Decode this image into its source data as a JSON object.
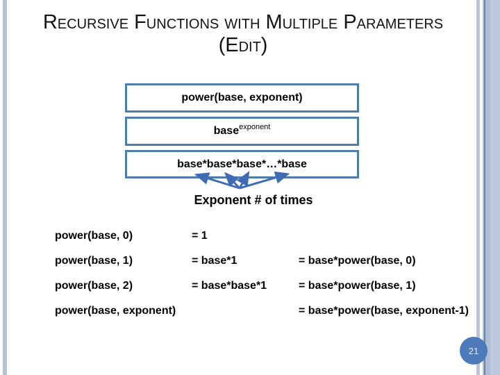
{
  "slide": {
    "title_line1": "Recursive Functions with Multiple Parameters",
    "title_line2": "(Edit)",
    "boxes": [
      {
        "text": "power(base, exponent)"
      },
      {
        "base": "base",
        "sup": "exponent"
      },
      {
        "text": "base*base*base*…*base"
      }
    ],
    "arrow_caption": "Exponent # of times",
    "table": {
      "rows": [
        {
          "c1": "power(base, 0)",
          "c2": "= 1",
          "c3": ""
        },
        {
          "c1": "power(base, 1)",
          "c2": "= base*1",
          "c3": "= base*power(base, 0)"
        },
        {
          "c1": "power(base, 2)",
          "c2": "= base*base*1",
          "c3": "= base*power(base, 1)"
        },
        {
          "c1": "power(base, exponent)",
          "c2": "",
          "c3": "= base*power(base, exponent-1)"
        }
      ]
    },
    "page_number": "21",
    "colors": {
      "box_border": "#4e7caa",
      "arrow": "#3d6cb5",
      "page_circle": "#4d7ab8",
      "stripe_light": "#b7c3d6",
      "stripe_dark": "#6885a9"
    }
  }
}
